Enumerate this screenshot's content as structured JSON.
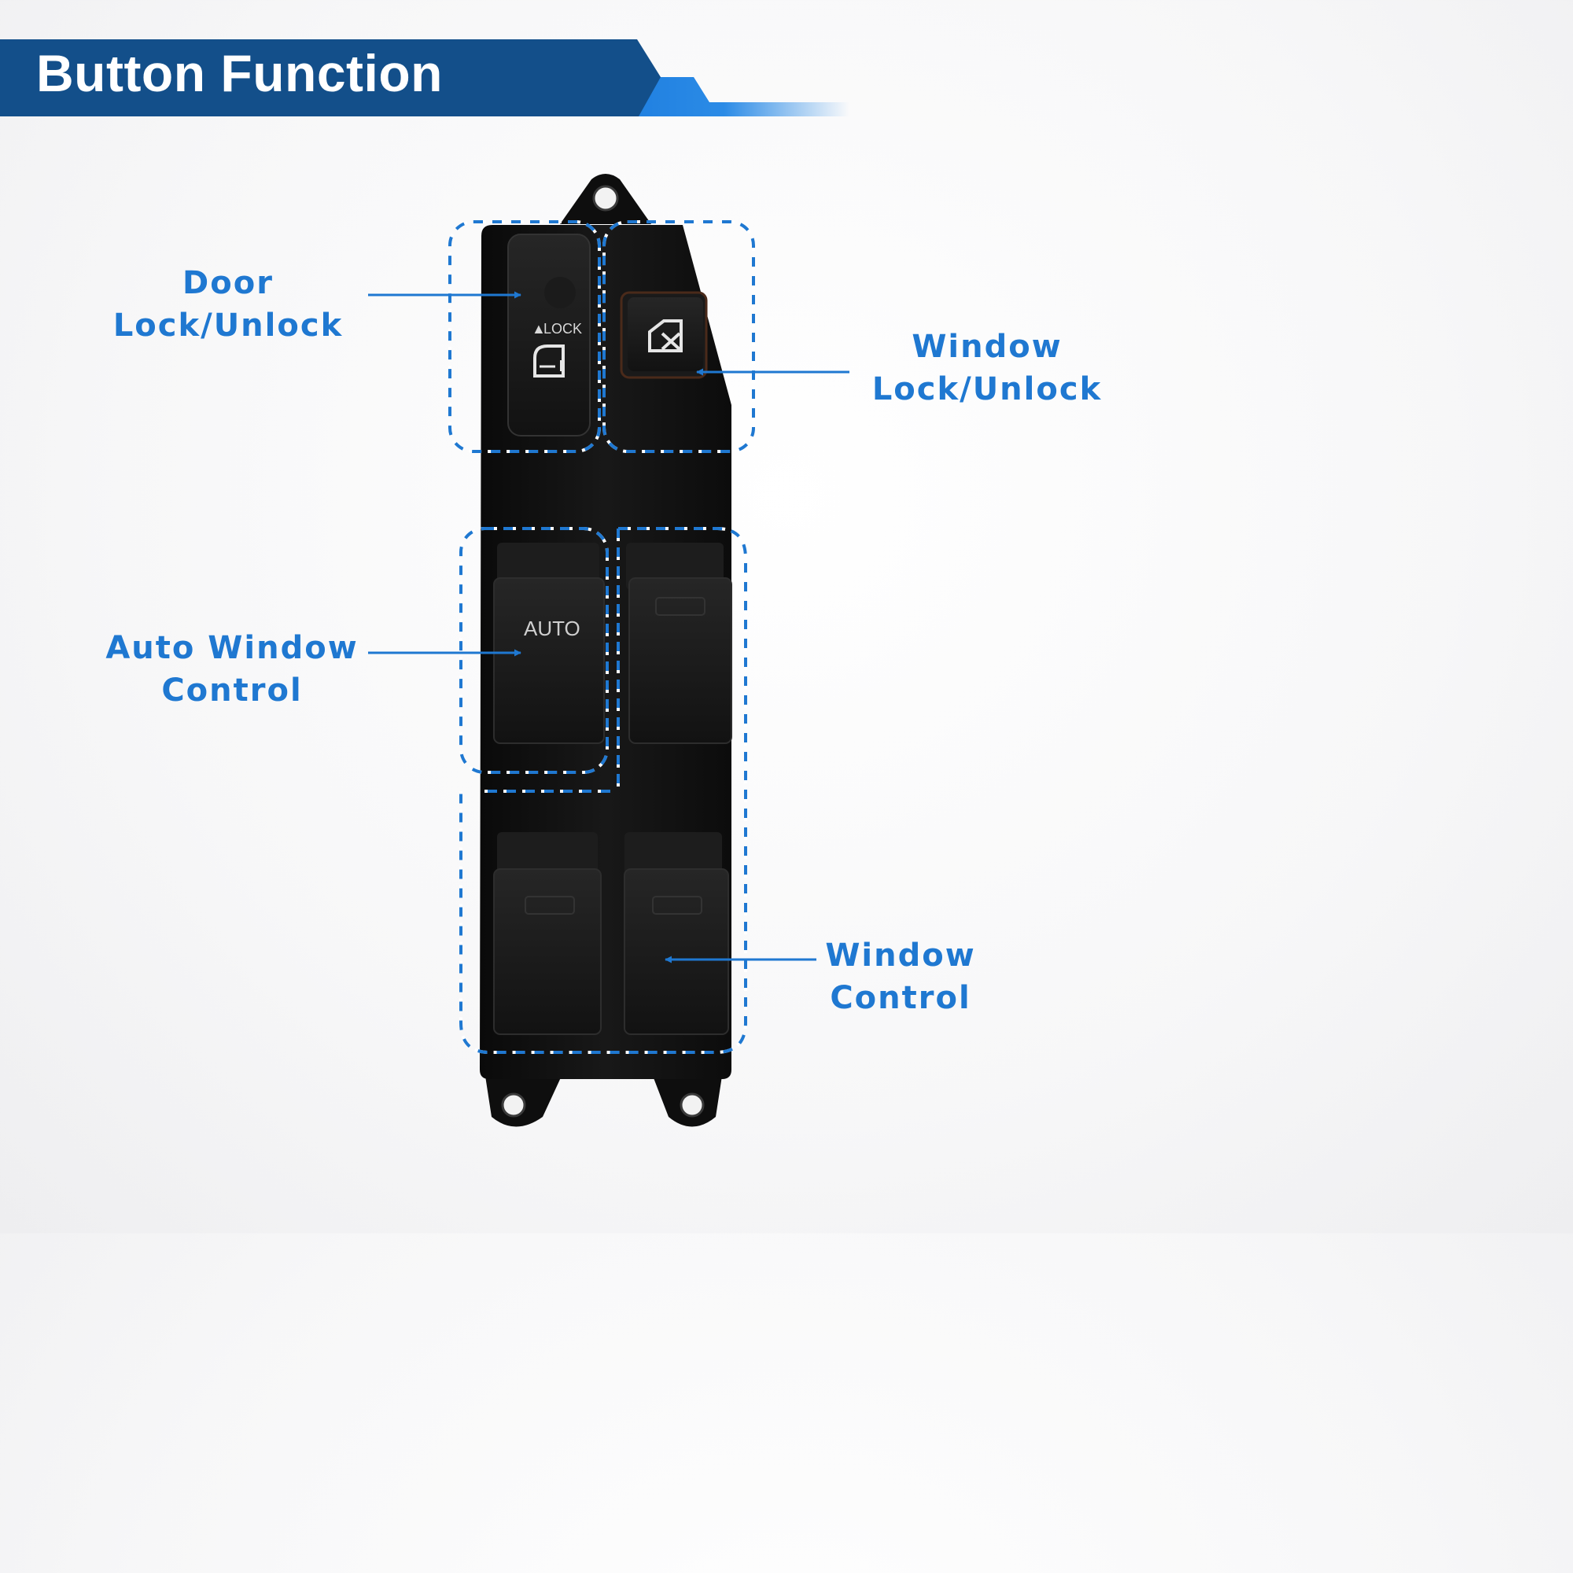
{
  "banner": {
    "title": "Button Function",
    "color_primary": "#134f8a",
    "color_accent": "#2b8be6"
  },
  "accent_color": "#1f78d1",
  "switch_panel": {
    "body_color": "#111111",
    "lock_button_text": "LOCK",
    "lock_arrow": "▲",
    "auto_button_text": "AUTO"
  },
  "callouts": [
    {
      "id": "door-lock",
      "line1": "Door",
      "line2": "Lock/Unlock"
    },
    {
      "id": "window-lock",
      "line1": "Window",
      "line2": "Lock/Unlock"
    },
    {
      "id": "auto-window",
      "line1": "Auto Window",
      "line2": "Control"
    },
    {
      "id": "window-control",
      "line1": "Window",
      "line2": "Control"
    }
  ],
  "icons": [
    "door-lock-icon",
    "window-lock-icon",
    "arrow-icon"
  ]
}
